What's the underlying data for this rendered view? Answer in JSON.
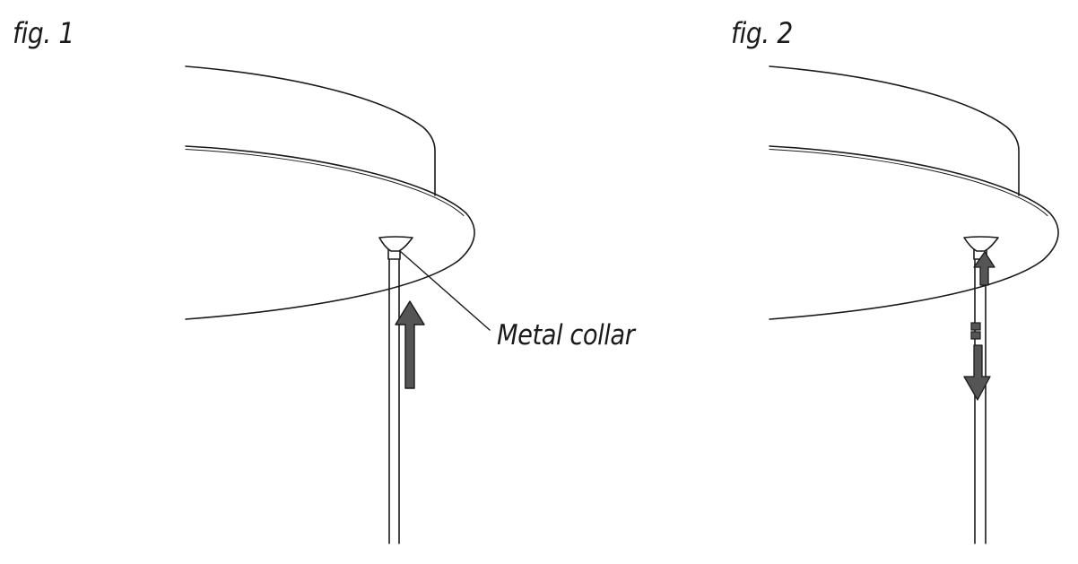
{
  "figures": [
    {
      "label": "fig. 1"
    },
    {
      "label": "fig. 2"
    }
  ],
  "callout": {
    "label": "Metal collar"
  },
  "colors": {
    "line": "#1a1a1a",
    "arrow_fill": "#555555"
  }
}
